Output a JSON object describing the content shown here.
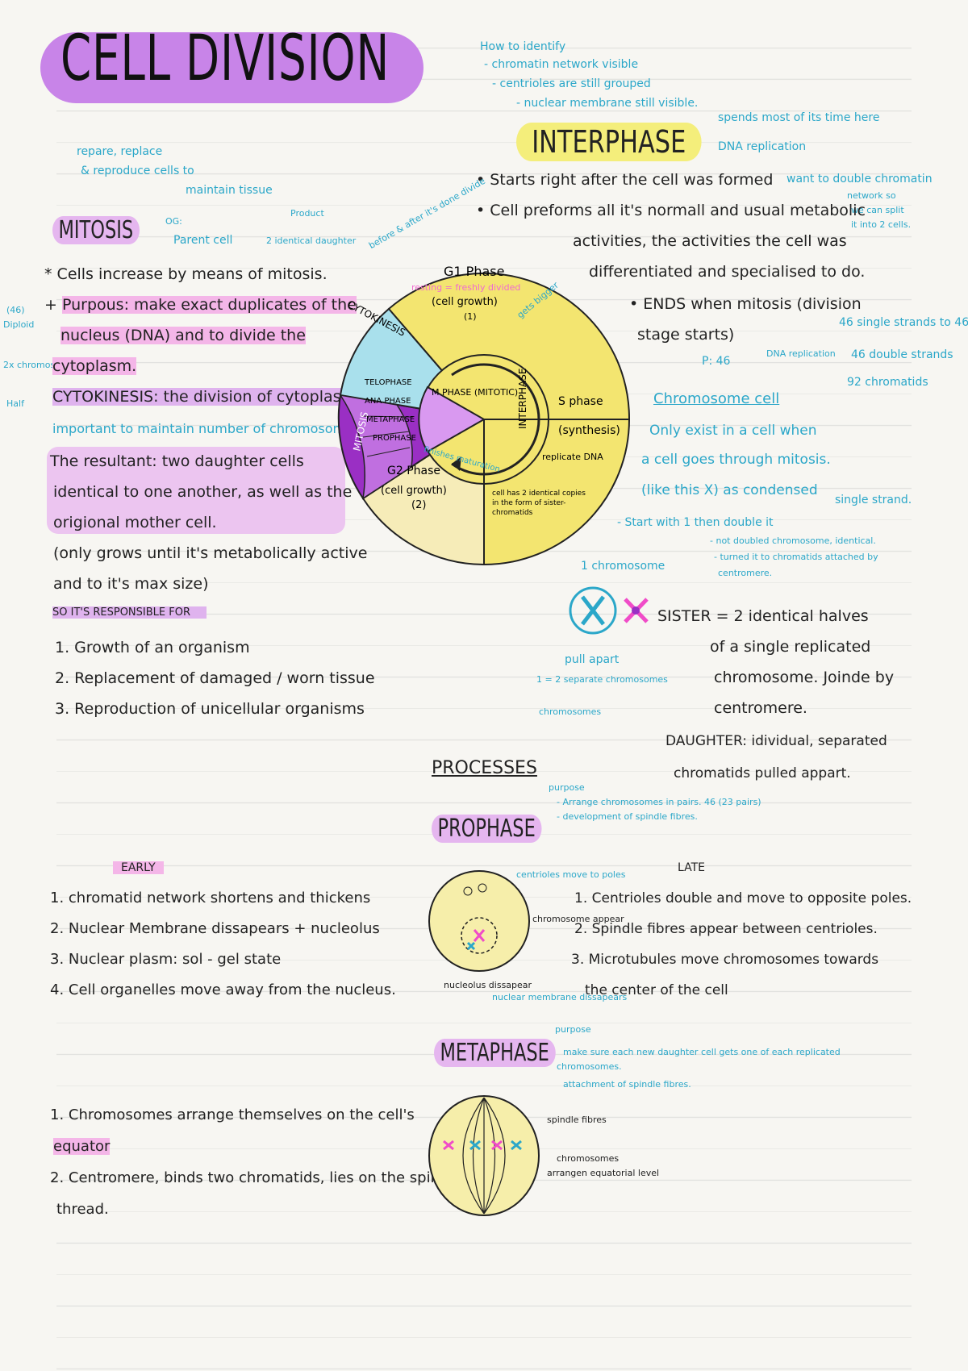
{
  "title": "CELL DIVISION",
  "how_to_identify": {
    "heading": "How to identify",
    "items": [
      "- chromatin network visible",
      "- centrioles are still grouped",
      "- nuclear membrane still visible."
    ]
  },
  "interphase": {
    "heading": "INTERPHASE",
    "side_notes": [
      "spends most of its time here",
      "DNA replication"
    ],
    "bullet1": "Starts right after the cell was formed",
    "bullet2_a": "Cell preforms all it's normall and usual metabolic",
    "bullet2_b": "activities, the activities the cell was",
    "bullet2_c": "differentiated and specialised to do.",
    "bullet3_a": "ENDS when mitosis (division",
    "bullet3_b": "stage starts)",
    "want_note": [
      "want to double chromatin",
      "network so",
      "we can split",
      "it into 2 cells."
    ],
    "dna_note": [
      "46 single strands to 46",
      "46 double strands",
      "92 chromatids"
    ],
    "dna_label": "DNA replication",
    "dna_num": "P: 46",
    "chromosome_cell": "Chromosome cell",
    "only_exist": [
      "Only exist in a cell when",
      "a cell goes through mitosis.",
      "(like this X) as condensed",
      "- Start with 1 then double it"
    ],
    "single_strand": "single strand.",
    "doubled_notes": [
      "- not doubled chromosome, identical.",
      "- turned it to chromatids attached by",
      "centromere."
    ],
    "chromosome_label": "1 chromosome"
  },
  "mitosis": {
    "heading": "MITOSIS",
    "og_label": "OG:",
    "parent_cell": "Parent cell",
    "product": "Product",
    "identical": "2 identical daughter",
    "repair_note": [
      "repare, replace",
      "& reproduce cells to",
      "maintain tissue"
    ],
    "before_after": "before & after it's done divide",
    "side_46": [
      "(46)",
      "Diploid",
      "2x chromosomes",
      "Half"
    ],
    "lines": [
      "Cells increase by means of mitosis.",
      "Purpous: make exact duplicates of the",
      "nucleus (DNA) and to divide the",
      "cytoplasm."
    ],
    "cytokinesis": "CYTOKINESIS: the division of cytoplasm.",
    "important": "important to maintain number of chromosomes",
    "resultant": [
      "The resultant: two daughter cells",
      "identical to one another, as well as the",
      "origional mother cell.",
      "(only grows until it's metabolically active",
      "and to it's max size)"
    ],
    "responsible_heading": "SO IT'S RESPONSIBLE FOR",
    "responsible": [
      "1. Growth of an organism",
      "2. Replacement of damaged / worn tissue",
      "3. Reproduction of unicellular organisms"
    ]
  },
  "cycle_diagram": {
    "g1": "G1 Phase",
    "g1_sub": "resting = freshly divided",
    "g1_growth": "(cell growth)",
    "g1_num": "(1)",
    "s_phase": "S phase",
    "s_synth": "(synthesis)",
    "s_rep": "replicate DNA",
    "g2": "G2 Phase",
    "g2_growth": "(cell growth)",
    "g2_num": "(2)",
    "g2_note": [
      "cell has 2 identical copies",
      "in the form of sister-",
      "chromatids"
    ],
    "finishes": "finishes maturation",
    "gets_bigger": "gets bigger",
    "interphase": "INTERPHASE",
    "m_phase": "M PHASE (MITOTIC)",
    "cytokinesis": "CYTOKINESIS",
    "mitosis": "MITOSIS",
    "telophase": "TELOPHASE",
    "anaphase": "ANA PHASE",
    "metaphase": "METAPHASE",
    "prophase": "PROPHASE"
  },
  "sister": {
    "line1": "SISTER = 2 identical halves",
    "line2": "of a single replicated",
    "line3": "chromosome. Joinde by",
    "line4": "centromere.",
    "daughter1": "DAUGHTER: idividual, separated",
    "daughter2": "chromatids pulled appart.",
    "pull_apart": "pull apart",
    "separate": "1 = 2 separate chromosomes",
    "chromosomes": "chromosomes"
  },
  "processes": {
    "heading": "PROCESSES",
    "prophase": {
      "heading": "PROPHASE",
      "purpose": "purpose",
      "purpose_items": [
        "- Arrange chromosomes in pairs. 46 (23 pairs)",
        "- development of spindle fibres."
      ],
      "early_label": "EARLY",
      "late_label": "LATE",
      "early": [
        "1. chromatid network shortens and thickens",
        "2. Nuclear Membrane dissapears + nucleolus",
        "3. Nuclear plasm: sol - gel state",
        "4. Cell organelles move away from the nucleus."
      ],
      "late": [
        "1. Centrioles double and move to opposite poles.",
        "2. Spindle fibres appear between centrioles.",
        "3. Microtubules move chromosomes towards",
        "the center of the cell"
      ],
      "diagram_labels": [
        "centrioles move to poles",
        "chromosome appear",
        "nucleolus dissapear",
        "nuclear membrane dissapears"
      ]
    },
    "metaphase": {
      "heading": "METAPHASE",
      "purpose": "purpose",
      "purpose_items": [
        "make sure each new daughter cell gets one of each replicated",
        "chromosomes.",
        "attachment of spindle fibres."
      ],
      "items": [
        "1. Chromosomes arrange themselves on the cell's",
        "equator",
        "2. Centromere, binds two chromatids, lies on the spindle",
        "thread."
      ],
      "diagram_labels": [
        "spindle fibres",
        "chromosomes",
        "arrangen equatorial level"
      ]
    }
  },
  "colors": {
    "pink": "#f4b6e8",
    "yellow": "#f6ee7a",
    "purple": "#c884e8",
    "blue": "#2ba7c9",
    "dark_purple": "#9a2fc4"
  }
}
